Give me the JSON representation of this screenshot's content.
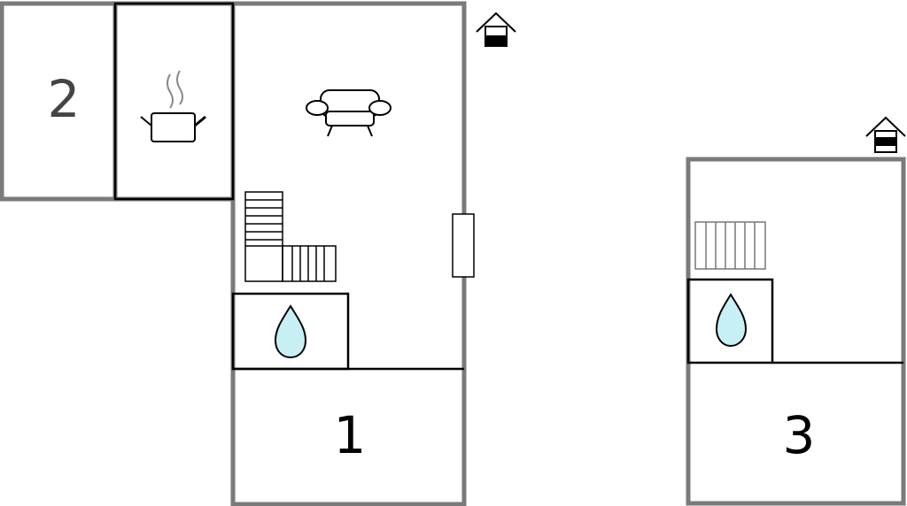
{
  "rooms": [
    {
      "label": "1",
      "type": "bedroom"
    },
    {
      "label": "2",
      "type": "bedroom"
    },
    {
      "label": "3",
      "type": "bedroom"
    }
  ],
  "icons": {
    "kitchen": "cooking-pot-icon",
    "living": "sofa-icon",
    "bath": "water-drop-icon",
    "stairs": "staircase-icon",
    "floor": "house-floor-icon"
  },
  "colors": {
    "wall": "#7a7a7a",
    "line": "#000000",
    "water": "#c8f0f4",
    "background": "#ffffff"
  }
}
